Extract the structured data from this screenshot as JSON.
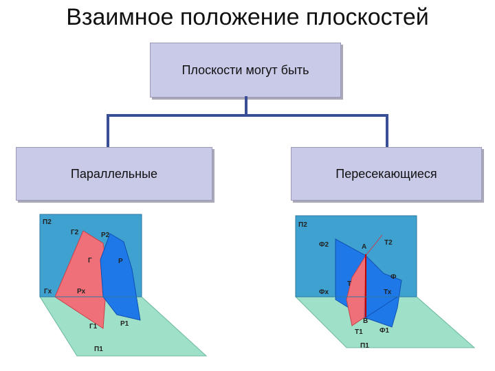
{
  "title": "Взаимное положение плоскостей",
  "root_box": {
    "label": "Плоскости могут быть"
  },
  "branches": [
    {
      "label": "Параллельные"
    },
    {
      "label": "Пересекающиеся"
    }
  ],
  "figure_parallel": {
    "labels": {
      "pi2": "П2",
      "g2": "Г2",
      "p2": "Р2",
      "g": "Г",
      "p": "Р",
      "gx": "Гх",
      "px": "Рх",
      "g1": "Г1",
      "p1": "Р1",
      "pi1": "П1"
    }
  },
  "figure_intersecting": {
    "labels": {
      "pi2": "П2",
      "f2": "Ф2",
      "a": "А",
      "t2": "Т2",
      "f": "Ф",
      "t": "Т",
      "fx": "Фх",
      "tx": "Тх",
      "b": "В",
      "t1": "Т1",
      "f1": "Ф1",
      "pi1": "П1"
    }
  },
  "colors": {
    "vertical_plane": "#3fa1cf",
    "horizontal_plane": "#9fe0c8",
    "plane_red": "#f0707a",
    "plane_blue": "#1e78e8",
    "box_fill": "#c9c9e8",
    "connector": "#3a4e96"
  }
}
